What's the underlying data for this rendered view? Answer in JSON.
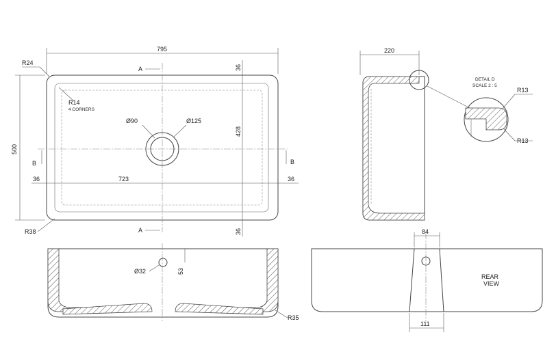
{
  "top_view": {
    "overall_width": "795",
    "overall_height": "500",
    "corner_radius_top_left": "R24",
    "inner_corner_radius": "R14",
    "inner_corner_note": "4 CORNERS",
    "corner_radius_bottom_left": "R38",
    "waste_hole_diameter": "Ø90",
    "waste_recess_diameter": "Ø125",
    "inner_width": "723",
    "inner_height": "428",
    "rim_left": "36",
    "rim_right": "36",
    "rim_top": "36",
    "rim_bottom": "36",
    "section_a_label": "A",
    "section_b_label": "B"
  },
  "side_section": {
    "depth": "220",
    "detail_title": "DETAIL D",
    "detail_scale": "SCALE 2 : 5",
    "detail_radius_top": "R13",
    "detail_radius_bottom": "R13"
  },
  "front_section": {
    "overflow_diameter": "Ø32",
    "overflow_offset": "53",
    "base_radius": "R35"
  },
  "rear_view": {
    "title_line1": "REAR",
    "title_line2": "VIEW",
    "slot_top_width": "84",
    "slot_bottom_width": "111"
  }
}
